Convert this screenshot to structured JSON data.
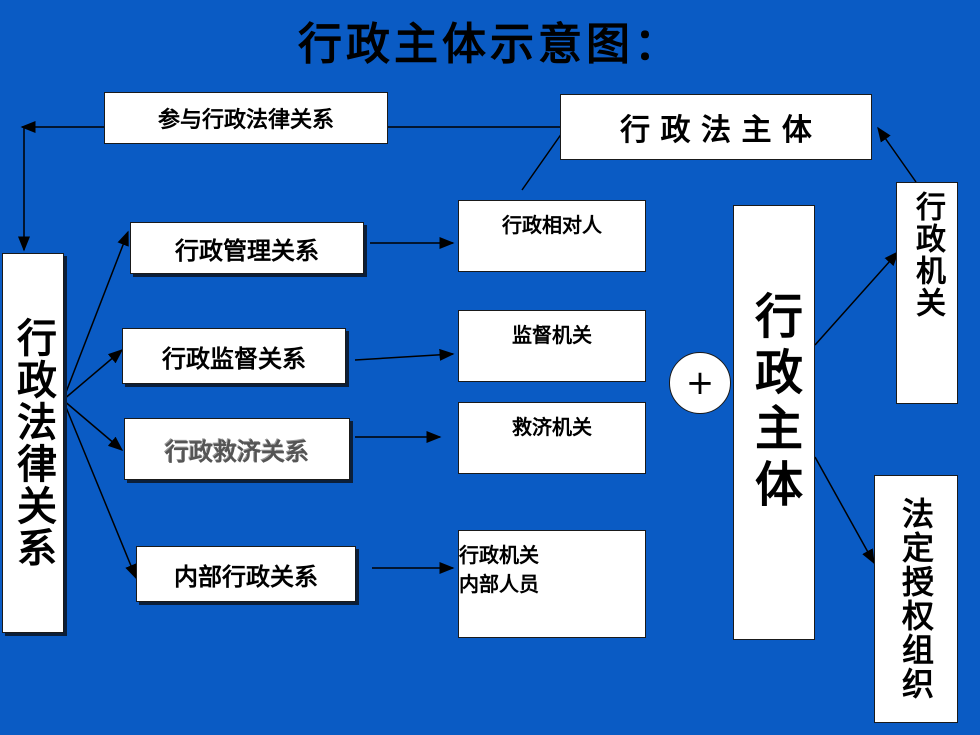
{
  "title": "行政主体示意图：",
  "nodes": {
    "participate": "参与行政法律关系",
    "admin_legal_subject": "行 政 法 主 体",
    "legal_relation": "行政法律关系",
    "management": "行政管理关系",
    "supervision": "行政监督关系",
    "relief": "行政救济关系",
    "internal": "内部行政关系",
    "counterpart": "行政相对人",
    "supervisory_organ": "监督机关",
    "relief_organ": "救济机关",
    "internal_staff_line1": "行政机关",
    "internal_staff_line2": "内部人员",
    "plus": "+",
    "admin_subject": "行政主体",
    "admin_organ": "行政机关",
    "authorized_org": "法定授权组织"
  },
  "colors": {
    "background": "#0a5bc4",
    "box": "#ffffff",
    "line": "#000000"
  }
}
